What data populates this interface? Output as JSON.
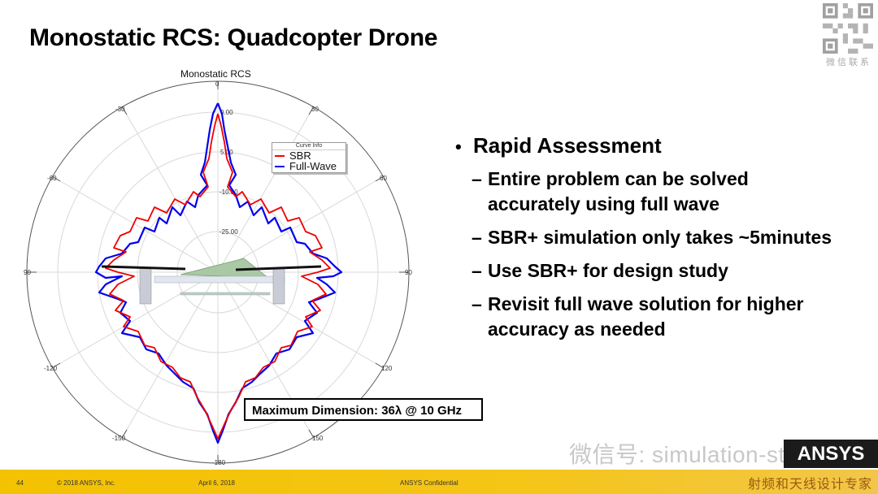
{
  "slide": {
    "title": "Monostatic RCS: Quadcopter Drone",
    "page_number": "44",
    "copyright": "© 2018 ANSYS, Inc.",
    "date": "April 6, 2018",
    "confidential": "ANSYS Confidential"
  },
  "qr_code": {
    "caption": "微信联系"
  },
  "chart_data": {
    "type": "polar",
    "title": "Monostatic RCS",
    "angle_ticks": [
      0,
      30,
      60,
      90,
      120,
      150,
      -180,
      -150,
      -120,
      90,
      -60,
      -30
    ],
    "angle_labels": {
      "top": "0",
      "right": "90",
      "left": "90",
      "bottom": "-180",
      "upper_right": [
        "30",
        "60"
      ],
      "lower_right": [
        "120",
        "150"
      ],
      "lower_left": [
        "-120",
        "-150"
      ],
      "upper_left": [
        "-60",
        "-30"
      ]
    },
    "radial_labels": [
      "0.00",
      "5.00",
      "-10.00",
      "-25.00"
    ],
    "legend_title": "Curve Info",
    "series": [
      {
        "name": "SBR",
        "color": "#ff0000"
      },
      {
        "name": "Full-Wave",
        "color": "#0000ff"
      }
    ],
    "annotation": "Maximum Dimension: 36λ @ 10 GHz"
  },
  "bullets": {
    "main": "Rapid Assessment",
    "subs": [
      [
        "Entire problem can be solved",
        "accurately using full wave"
      ],
      [
        "SBR+ simulation only takes ~5minutes"
      ],
      [
        "Use SBR+ for design study"
      ],
      [
        "Revisit full wave solution for higher",
        "accuracy as needed"
      ]
    ]
  },
  "watermark": {
    "text": "微信号: simulation-styles",
    "logo": "ANSYS",
    "tagline": "射频和天线设计专家"
  },
  "colors": {
    "footer": "#f5c518",
    "sbr": "#ff0000",
    "fullwave": "#0000ff"
  }
}
